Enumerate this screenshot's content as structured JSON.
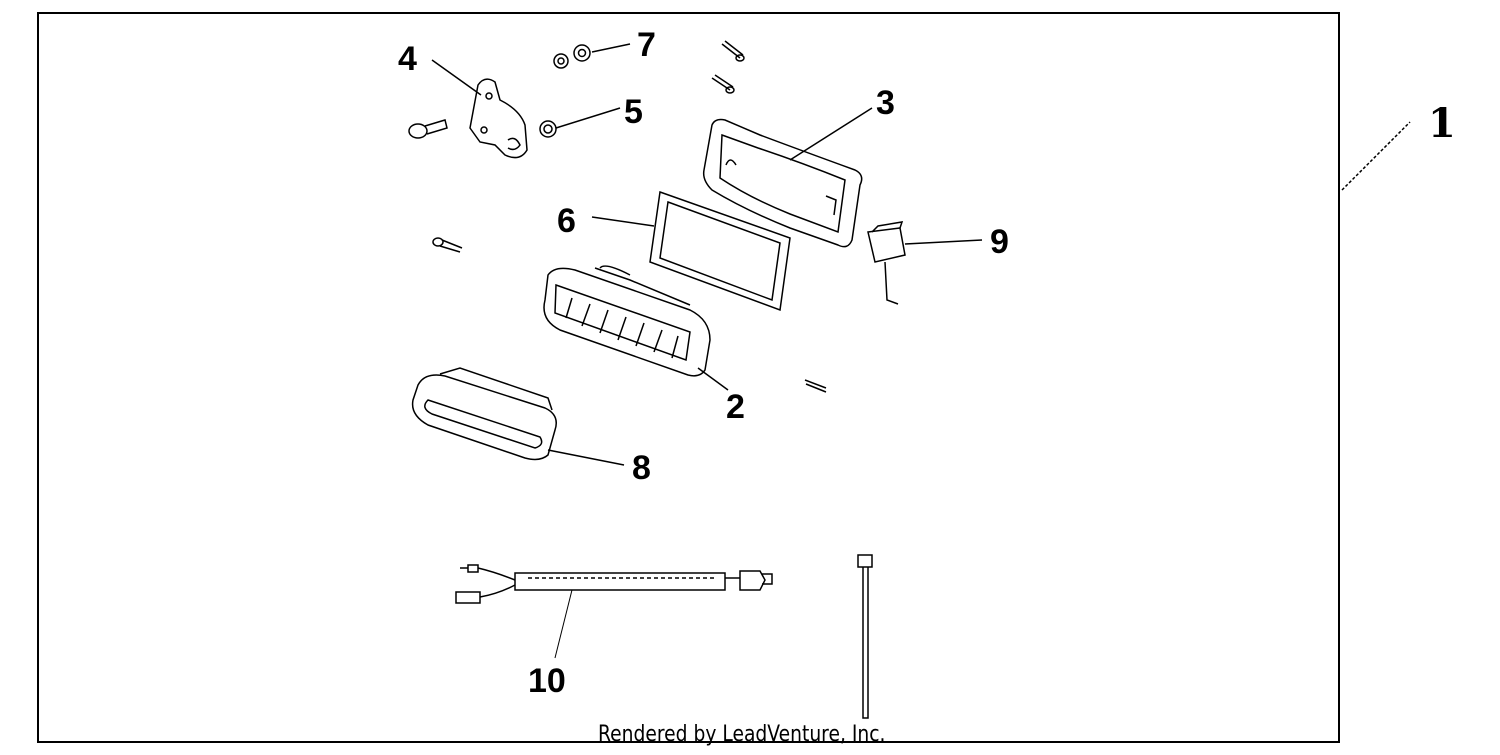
{
  "callouts": {
    "c1": "1",
    "c2": "2",
    "c3": "3",
    "c4": "4",
    "c5": "5",
    "c6": "6",
    "c7": "7",
    "c8": "8",
    "c9": "9",
    "c10": "10"
  },
  "footer": "Rendered by LeadVenture, Inc."
}
